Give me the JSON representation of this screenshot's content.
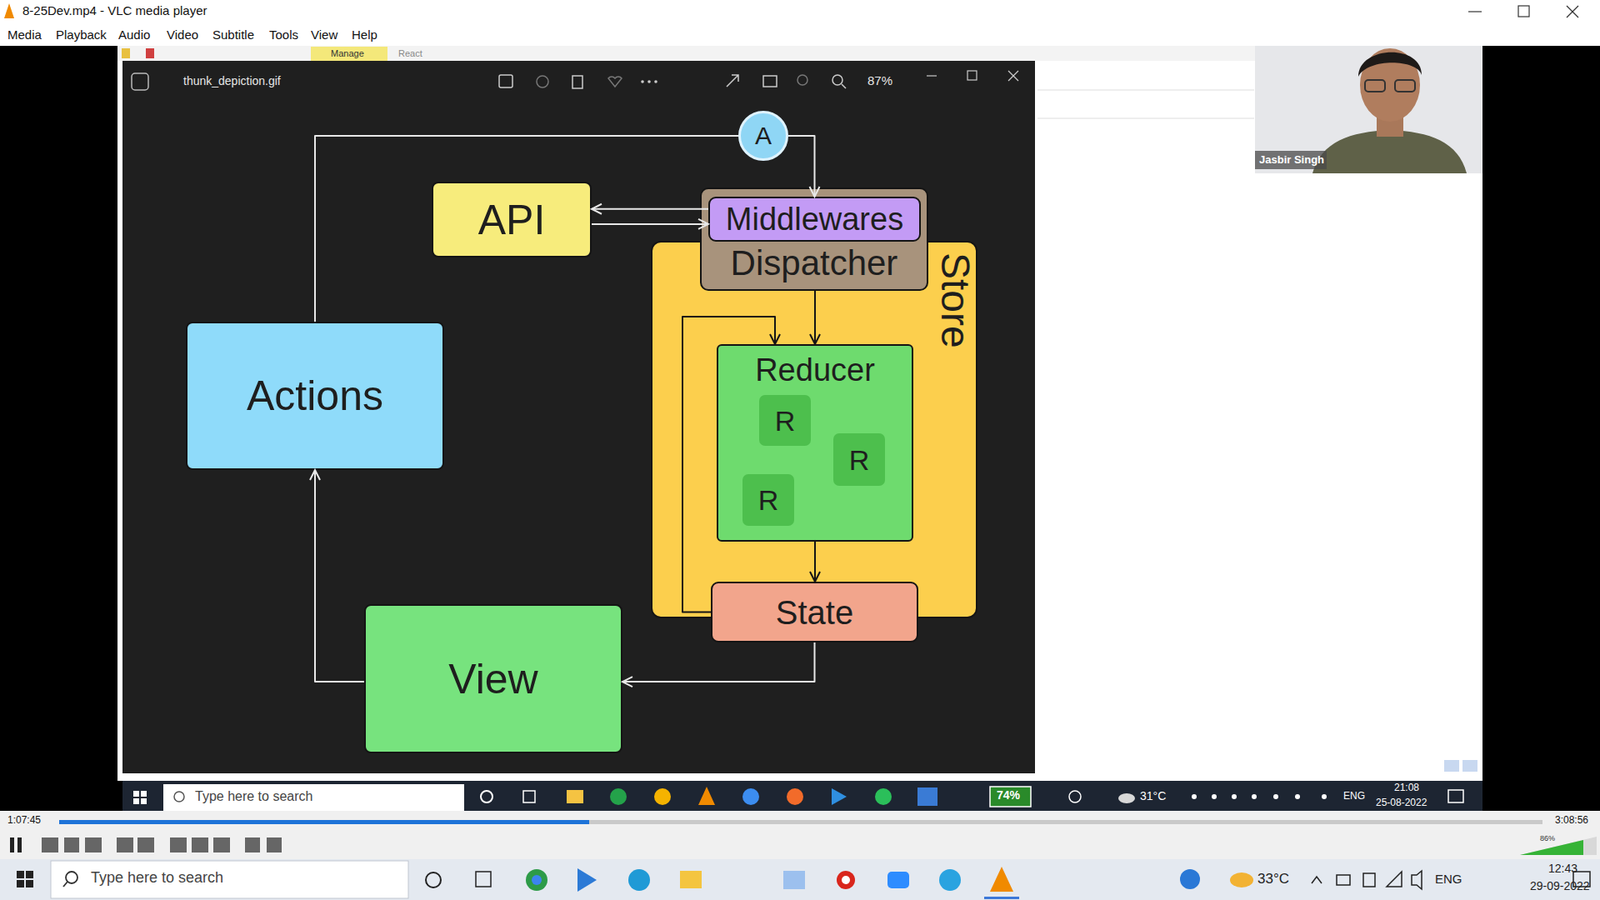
{
  "diagram": {
    "nodes": [
      {
        "text": [
          "A"
        ]
      },
      {
        "text": [
          "API"
        ]
      },
      {
        "text": [
          "Store"
        ]
      },
      {
        "text": [
          "Dispatcher"
        ],
        "in": 2
      },
      {
        "text": [
          "Middlewares"
        ],
        "in": 3
      },
      {
        "text": [
          "Actions"
        ]
      },
      {
        "text": [
          "Reducer"
        ],
        "in": 2
      },
      {
        "text": [
          "R"
        ],
        "in": 6
      },
      {
        "text": [
          "R"
        ],
        "in": 6
      },
      {
        "text": [
          "R"
        ],
        "in": 6
      },
      {
        "text": [
          "State"
        ],
        "in": 2
      },
      {
        "text": [
          "View"
        ]
      }
    ],
    "edges": [
      {
        "from": 5,
        "to": 0,
        "arrow": "none"
      },
      {
        "from": 0,
        "to": 4,
        "arrow": "to"
      },
      {
        "from": 4,
        "to": 1,
        "arrow": "to"
      },
      {
        "from": 1,
        "to": 4,
        "arrow": "to"
      },
      {
        "from": 3,
        "to": 6,
        "arrow": "to"
      },
      {
        "from": 10,
        "to": 6,
        "arrow": "to"
      },
      {
        "from": 6,
        "to": 10,
        "arrow": "to"
      },
      {
        "from": 10,
        "to": 11,
        "arrow": "to"
      },
      {
        "from": 11,
        "to": 5,
        "arrow": "to"
      }
    ],
    "labels": [
      "8-25Dev.mp4 - VLC media player",
      "Media",
      "Playback",
      "Audio",
      "Video",
      "Subtitle",
      "Tools",
      "View",
      "Help",
      "Manage",
      "React",
      "thunk_depiction.gif",
      "87%",
      "Jasbir Singh",
      "Type here to search",
      "74%",
      "31°C",
      "ENG",
      "21:08",
      "25-08-2022",
      "1:07:45",
      "3:08:56",
      "86%",
      "Type here to search",
      "33°C",
      "ENG",
      "12:43",
      "29-09-2022"
    ]
  }
}
